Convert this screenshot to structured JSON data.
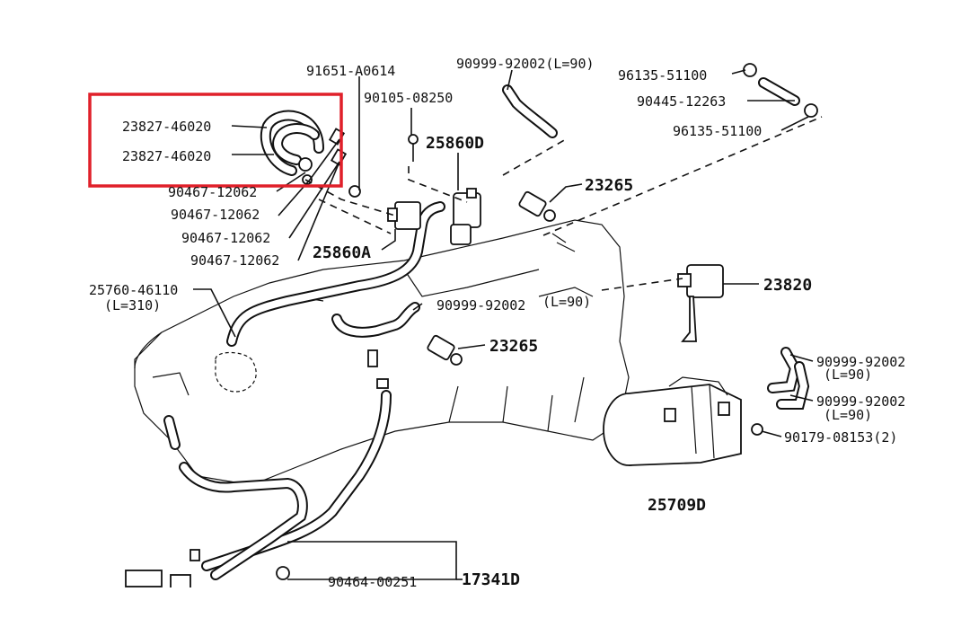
{
  "labels": {
    "p_91651": "91651-A0614",
    "p_90105": "90105-08250",
    "p_90999_top": "90999-92002(L=90)",
    "p_96135_a": "96135-51100",
    "p_90445": "90445-12263",
    "p_96135_b": "96135-51100",
    "p_23827_a": "23827-46020",
    "p_23827_b": "23827-46020",
    "p_25860D": "25860D",
    "p_23265_top": "23265",
    "p_90467_a": "90467-12062",
    "p_90467_b": "90467-12062",
    "p_90467_c": "90467-12062",
    "p_90467_d": "90467-12062",
    "p_25860A": "25860A",
    "p_25760": "25760-46110",
    "p_25760_len": "(L=310)",
    "p_90999_mid": "90999-92002",
    "p_L90_mid": "(L=90)",
    "p_23820": "23820",
    "p_23265_mid": "23265",
    "p_90999_r1": "90999-92002",
    "p_L90_r1": "(L=90)",
    "p_90999_r2": "90999-92002",
    "p_L90_r2": "(L=90)",
    "p_90179": "90179-08153(2)",
    "p_25709D": "25709D",
    "p_90464": "90464-00251",
    "p_17341D": "17341D"
  },
  "highlight_color": "#e0202a"
}
